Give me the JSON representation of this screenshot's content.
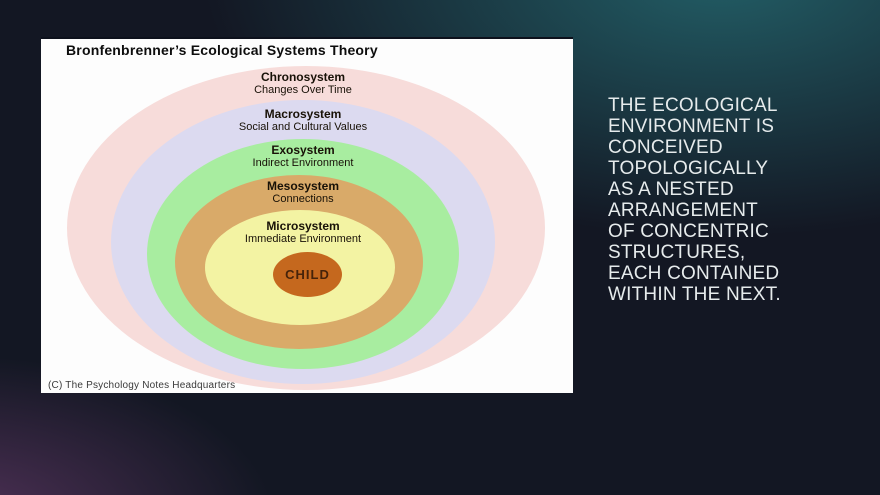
{
  "diagram": {
    "title": "Bronfenbrenner’s Ecological Systems Theory",
    "rings": [
      {
        "name": "Chronosystem",
        "subtitle": "Changes Over Time",
        "color": "#f7dcda"
      },
      {
        "name": "Macrosystem",
        "subtitle": "Social and Cultural Values",
        "color": "#dcdaf0"
      },
      {
        "name": "Exosystem",
        "subtitle": "Indirect Environment",
        "color": "#a8eda0"
      },
      {
        "name": "Mesosystem",
        "subtitle": "Connections",
        "color": "#d9aa69"
      },
      {
        "name": "Microsystem",
        "subtitle": "Immediate Environment",
        "color": "#f3f3a3"
      }
    ],
    "center": {
      "label": "CHILD",
      "color": "#c5681e"
    },
    "copyright": "(C) The Psychology Notes Headquarters",
    "panel_background": "#fdfdfd"
  },
  "caption": {
    "lines": [
      "THE ECOLOGICAL",
      "ENVIRONMENT IS",
      "CONCEIVED",
      "TOPOLOGICALLY",
      "AS A NESTED",
      "ARRANGEMENT",
      "OF CONCENTRIC",
      "STRUCTURES,",
      "EACH CONTAINED",
      "WITHIN THE NEXT."
    ],
    "color": "#e6ebec"
  },
  "background": {
    "base": "#131723",
    "teal_glow": "#236169",
    "purple_glow": "#643a69"
  }
}
